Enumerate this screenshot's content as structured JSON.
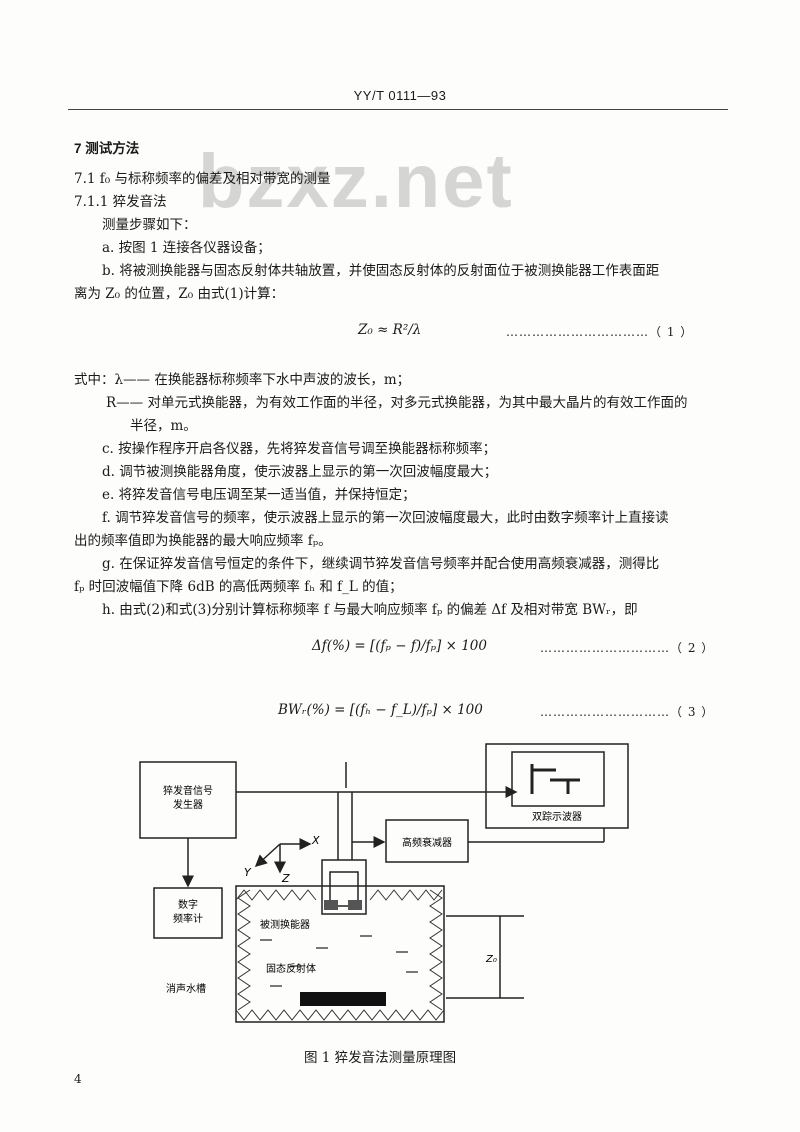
{
  "header": "YY/T 0111—93",
  "watermark": "bzxz.net",
  "section7": "7  测试方法",
  "s71": "7.1  f₀ 与标称频率的偏差及相对带宽的测量",
  "s711": "7.1.1  猝发音法",
  "steps_intro": "测量步骤如下：",
  "step_a": "a.  按图 1 连接各仪器设备；",
  "step_b_1": "b.  将被测换能器与固态反射体共轴放置，并使固态反射体的反射面位于被测换能器工作表面距",
  "step_b_2": "离为 Z₀ 的位置，Z₀ 由式(1)计算：",
  "eq1": "Z₀ ≈ R²/λ",
  "eq1_num": "……………………………（ 1 ）",
  "where_lambda": "式中：λ—— 在换能器标称频率下水中声波的波长，m；",
  "where_R_1": "R—— 对单元式换能器，为有效工作面的半径，对多元式换能器，为其中最大晶片的有效工作面的",
  "where_R_2": "半径，m。",
  "step_c": "c.  按操作程序开启各仪器，先将猝发音信号调至换能器标称频率；",
  "step_d": "d.  调节被测换能器角度，使示波器上显示的第一次回波幅度最大；",
  "step_e": "e.  将猝发音信号电压调至某一适当值，并保持恒定；",
  "step_f_1": "f.  调节猝发音信号的频率，使示波器上显示的第一次回波幅度最大，此时由数字频率计上直接读",
  "step_f_2": "出的频率值即为换能器的最大响应频率 fₚ。",
  "step_g_1": "g.  在保证猝发音信号恒定的条件下，继续调节猝发音信号频率并配合使用高频衰减器，测得比",
  "step_g_2": "fₚ 时回波幅值下降 6dB 的高低两频率 fₕ 和 f_L 的值；",
  "step_h": "h.  由式(2)和式(3)分别计算标称频率 f 与最大响应频率 fₚ 的偏差 Δf 及相对带宽 BWᵣ，即",
  "eq2": "Δf(%) = [(fₚ − f)/fₚ] × 100",
  "eq2_num": "…………………………（ 2 ）",
  "eq3": "BWᵣ(%) = [(fₕ − f_L)/fₚ] × 100",
  "eq3_num": "…………………………（ 3 ）",
  "diagram": {
    "burst_gen_1": "猝发音信号",
    "burst_gen_2": "发生器",
    "oscilloscope": "双踪示波器",
    "attenuator": "高频衰减器",
    "counter_1": "数字",
    "counter_2": "频率计",
    "transducer": "被测换能器",
    "reflector": "固态反射体",
    "tank": "消声水槽",
    "axis_x": "X",
    "axis_y": "Y",
    "axis_z": "Z",
    "z0": "Z₀"
  },
  "figure_caption": "图 1   猝发音法测量原理图",
  "page_number": "4"
}
